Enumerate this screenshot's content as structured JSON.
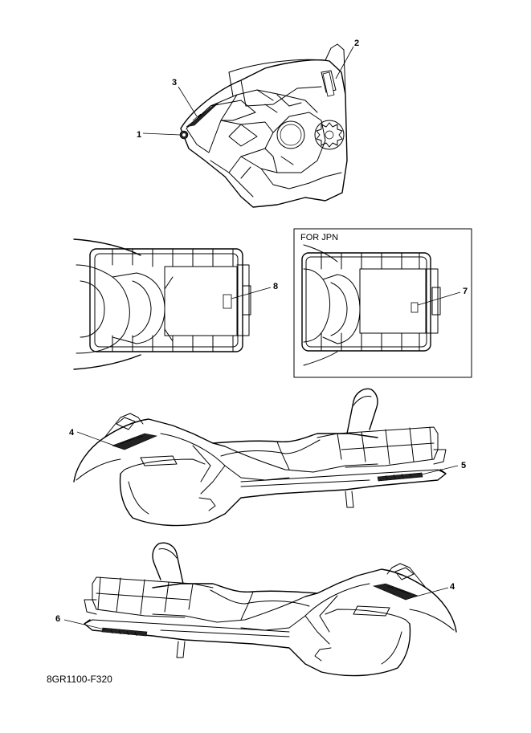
{
  "diagram": {
    "reference_code": "8GR1100-F320",
    "inset_label": "FOR JPN",
    "callouts": [
      {
        "id": "1",
        "label": "1"
      },
      {
        "id": "2",
        "label": "2"
      },
      {
        "id": "3",
        "label": "3"
      },
      {
        "id": "4",
        "label": "4"
      },
      {
        "id": "5",
        "label": "5"
      },
      {
        "id": "6",
        "label": "6"
      },
      {
        "id": "7",
        "label": "7"
      },
      {
        "id": "8",
        "label": "8"
      },
      {
        "id": "4b",
        "label": "4"
      }
    ]
  }
}
